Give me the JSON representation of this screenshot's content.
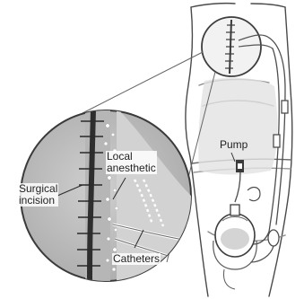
{
  "labels": {
    "pump": "Pump",
    "local_anesthetic_line1": "Local",
    "local_anesthetic_line2": "anesthetic",
    "surgical_incision_line1": "Surgical",
    "surgical_incision_line2": "incision",
    "catheters": "Catheters"
  },
  "colors": {
    "line": "#4a4a4a",
    "body_shade": "#d9d9d9",
    "zoom_fill": "#bdbdbd",
    "incision": "#3a3a3a",
    "anesthetic_dots": "#ffffff",
    "background": "#ffffff"
  }
}
